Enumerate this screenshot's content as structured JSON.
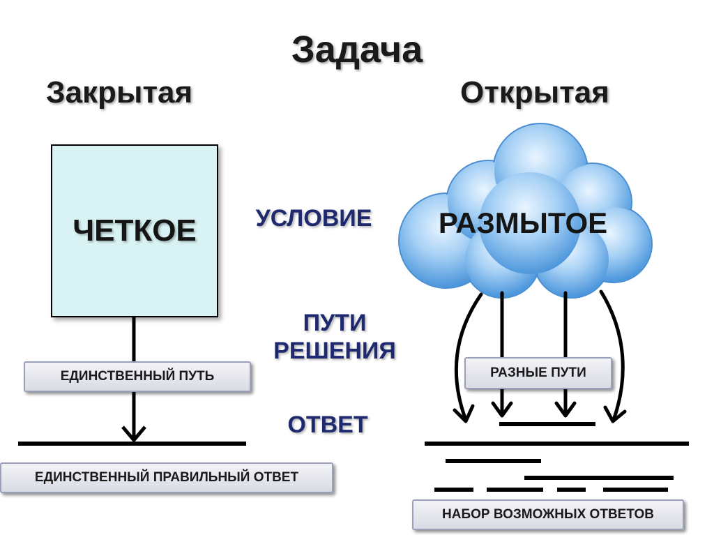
{
  "title": "Задача",
  "closed": {
    "heading": "Закрытая",
    "condition": "ЧЕТКОЕ",
    "path_label": "ЕДИНСТВЕННЫЙ ПУТЬ",
    "answer_label": "ЕДИНСТВЕННЫЙ ПРАВИЛЬНЫЙ ОТВЕТ"
  },
  "open": {
    "heading": "Открытая",
    "condition": "РАЗМЫТОЕ",
    "path_label": "РАЗНЫЕ ПУТИ",
    "answer_label": "НАБОР ВОЗМОЖНЫХ ОТВЕТОВ"
  },
  "middle": {
    "condition": "УСЛОВИЕ",
    "paths_line1": "ПУТИ",
    "paths_line2": "РЕШЕНИЯ",
    "answer": "ОТВЕТ"
  },
  "colors": {
    "clear_box": "#d9f3f4",
    "cloud": "#5aa6e6",
    "middle_text": "#1f2a6e"
  }
}
